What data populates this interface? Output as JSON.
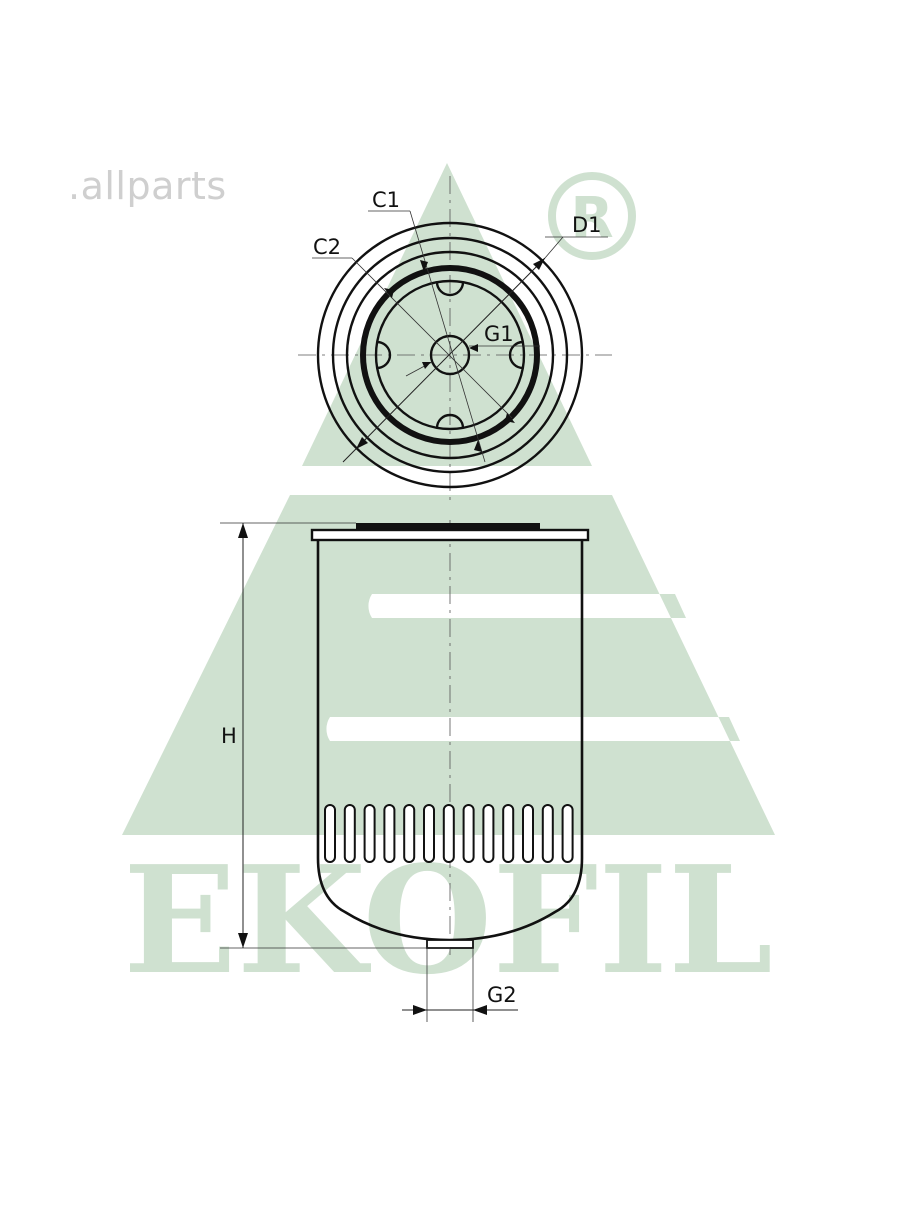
{
  "watermark": {
    "site": ".allparts",
    "brand": "EKOFIL",
    "brand_color": "#cfe1d0"
  },
  "labels": {
    "c1": "C1",
    "c2": "C2",
    "d1": "D1",
    "g1": "G1",
    "g2": "G2",
    "h": "H"
  },
  "icons": {
    "registered": "registered-mark-icon"
  }
}
